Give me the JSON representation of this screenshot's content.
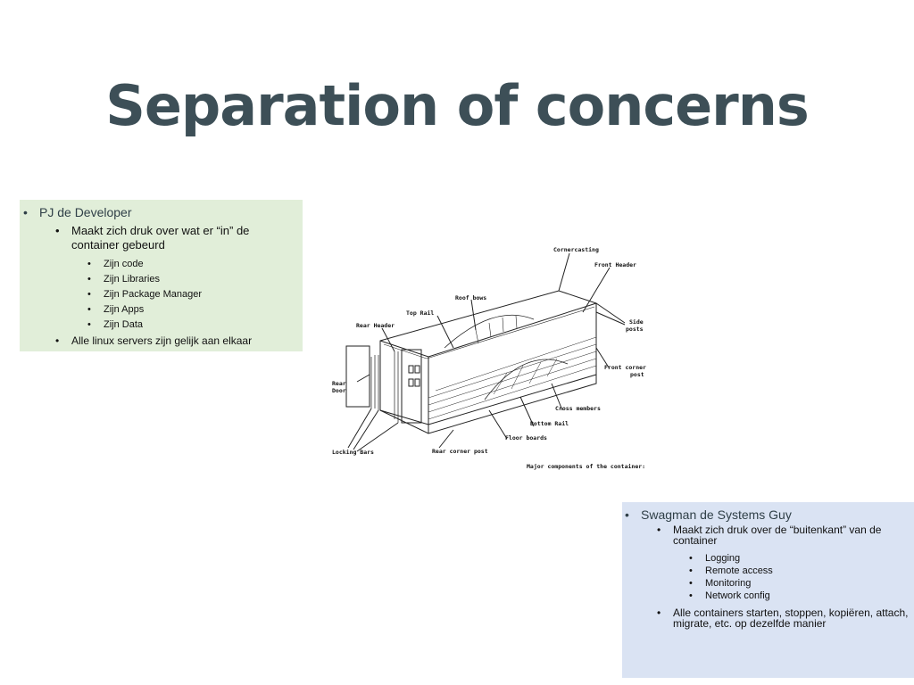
{
  "slide": {
    "title": "Separation of concerns"
  },
  "left_box": {
    "heading": "PJ de Developer",
    "items": [
      {
        "text": "Maakt zich druk over wat er “in” de container gebeurd",
        "subitems": [
          "Zijn code",
          "Zijn Libraries",
          "Zijn Package Manager",
          "Zijn Apps",
          "Zijn Data"
        ]
      },
      {
        "text": "Alle linux servers zijn gelijk aan elkaar"
      }
    ]
  },
  "right_box": {
    "heading": "Swagman de Systems Guy",
    "items": [
      {
        "text": "Maakt zich druk over de “buitenkant” van de container",
        "subitems": [
          "Logging",
          "Remote access",
          "Monitoring",
          "Network config"
        ]
      },
      {
        "text": "Alle containers starten, stoppen, kopiëren, attach, migrate, etc. op dezelfde manier"
      }
    ]
  },
  "diagram": {
    "labels": {
      "cornercasting": "Cornercasting",
      "front_header": "Front Header",
      "roof_bows": "Roof bows",
      "top_rail": "Top Rail",
      "rear_header": "Rear Header",
      "side_posts_1": "Side",
      "side_posts_2": "posts",
      "rear_door_1": "Rear",
      "rear_door_2": "Door",
      "front_corner_post_1": "Front corner",
      "front_corner_post_2": "post",
      "cross_members": "Cross members",
      "bottom_rail": "Bottom Rail",
      "floor_boards": "Floor boards",
      "rear_corner_post": "Rear corner post",
      "locking_bars": "Locking Bars",
      "caption": "Major components of the container:"
    }
  }
}
